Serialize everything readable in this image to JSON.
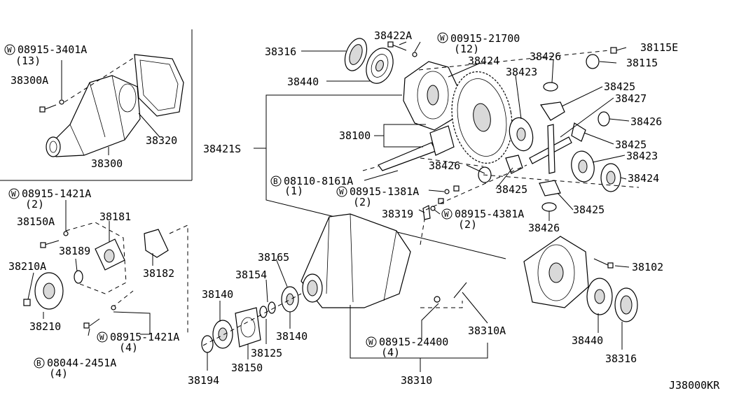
{
  "diagram_code": "J38000KR",
  "inset_parts": {
    "w_08915_3401a": "08915-3401A",
    "qty_13": "(13)",
    "p38300a": "38300A",
    "p38320": "38320",
    "p38300": "38300"
  },
  "parts": {
    "p38316_top": "38316",
    "p38422a": "38422A",
    "w_00915_21700": "00915-21700",
    "qty_12": "(12)",
    "p38115e": "38115E",
    "p38115": "38115",
    "p38440_top": "38440",
    "p38424_top": "38424",
    "p38426_a": "38426",
    "p38423_top": "38423",
    "p38425_a": "38425",
    "p38427": "38427",
    "p38426_b": "38426",
    "p38100": "38100",
    "p38425_b": "38425",
    "p38421s": "38421S",
    "p38423_b": "38423",
    "p38426_c": "38426",
    "b_08110_8161a": "08110-8161A",
    "qty_1": "(1)",
    "p38424_b": "38424",
    "p38425_c": "38425",
    "w_08915_1381a": "08915-1381A",
    "qty_2_a": "(2)",
    "p38425_d": "38425",
    "p38319": "38319",
    "w_08915_4381a": "08915-4381A",
    "qty_2_b": "(2)",
    "p38426_d": "38426",
    "w_08915_1421a_top": "08915-1421A",
    "qty_2_c": "(2)",
    "p38181": "38181",
    "p38150a": "38150A",
    "p38189": "38189",
    "p38182": "38182",
    "p38210a": "38210A",
    "p38210": "38210",
    "p38165": "38165",
    "p38154": "38154",
    "p38140_a": "38140",
    "p38140_b": "38140",
    "p38102": "38102",
    "w_08915_1421a_bot": "08915-1421A",
    "qty_4_a": "(4)",
    "p38125": "38125",
    "p38310a": "38310A",
    "p38440_b": "38440",
    "w_08915_24400": "08915-24400",
    "qty_4_b": "(4)",
    "b_08044_2451a": "08044-2451A",
    "qty_4_c": "(4)",
    "p38150": "38150",
    "p38316_b": "38316",
    "p38194": "38194",
    "p38310": "38310"
  },
  "symbols": {
    "washer": "W",
    "bolt": "B"
  }
}
